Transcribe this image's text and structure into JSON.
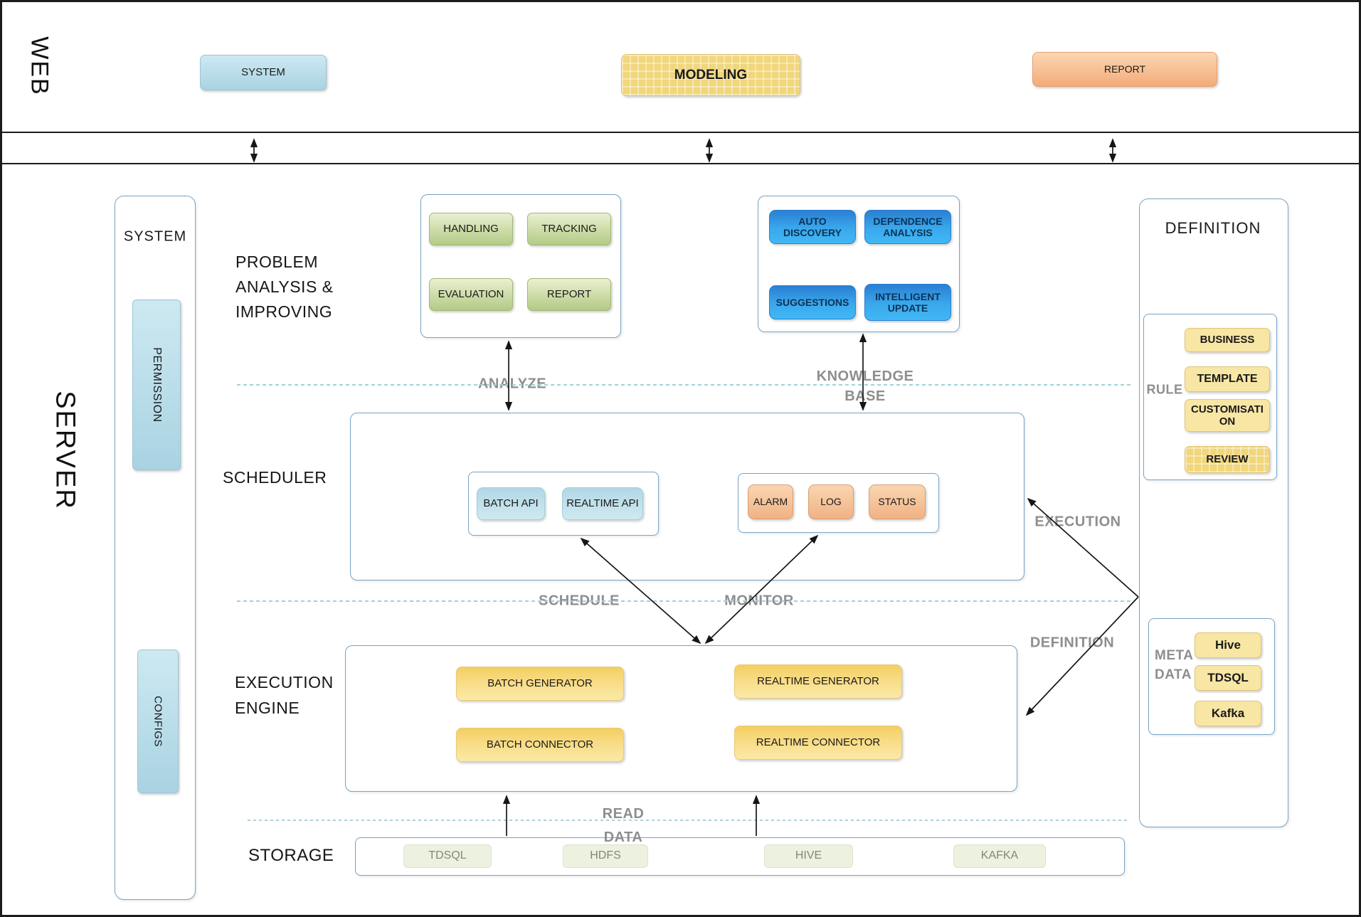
{
  "colors": {
    "outer_border": "#1c1c1c",
    "group_border_blue": "#76a3c4",
    "light_blue_button": "#b9dce9",
    "modeling_yellow": "#f1d67c",
    "report_orange": "#f3ab79",
    "green_button": "#c3d49a",
    "knowledge_blue_top": "#2a7fd2",
    "knowledge_blue_bottom": "#41b8f5",
    "knowledge_text": "#0c3356",
    "orange_button": "#f0b285",
    "execution_yellow": "#f6d46e",
    "small_yellow": "#f8e6a4",
    "storage_button_bg": "#edf1e0",
    "storage_button_text": "#82887a",
    "dashed_teal": "#9ed4d4",
    "dashed_blue": "#a3cde0",
    "flow_label_gray": "#8e8e8e",
    "arrow_black": "#161616"
  },
  "web": {
    "label": "WEB",
    "buttons": {
      "system": "SYSTEM",
      "modeling": "MODELING",
      "report": "REPORT"
    }
  },
  "server": {
    "label": "SERVER",
    "system_column": {
      "title": "SYSTEM",
      "permission": "PERMISSION",
      "configs": "CONFIGS"
    },
    "problem": {
      "title_lines": [
        "PROBLEM",
        "ANALYSIS &",
        "IMPROVING"
      ],
      "buttons": [
        "HANDLING",
        "TRACKING",
        "EVALUATION",
        "REPORT"
      ]
    },
    "knowledge": {
      "buttons": [
        "AUTO DISCOVERY",
        "DEPENDENCE ANALYSIS",
        "SUGGESTIONS",
        "INTELLIGENT UPDATE"
      ]
    },
    "definition_column": {
      "title": "DEFINITION",
      "rule": {
        "label": "RULE",
        "buttons": [
          "BUSINESS",
          "TEMPLATE",
          "CUSTOMISATION",
          "REVIEW"
        ]
      },
      "metadata": {
        "label_lines": [
          "META",
          "DATA"
        ],
        "buttons": [
          "Hive",
          "TDSQL",
          "Kafka"
        ]
      }
    },
    "scheduler": {
      "title": "SCHEDULER",
      "api_buttons": [
        "BATCH API",
        "REALTIME API"
      ],
      "monitor_buttons": [
        "ALARM",
        "LOG",
        "STATUS"
      ]
    },
    "execution_engine": {
      "title_lines": [
        "EXECUTION",
        "ENGINE"
      ],
      "buttons": [
        "BATCH GENERATOR",
        "REALTIME GENERATOR",
        "BATCH CONNECTOR",
        "REALTIME CONNECTOR"
      ]
    },
    "storage": {
      "title": "STORAGE",
      "buttons": [
        "TDSQL",
        "HDFS",
        "HIVE",
        "KAFKA"
      ]
    },
    "flow_labels": {
      "analyze": "ANALYZE",
      "knowledge_base_lines": [
        "KNOWLEDGE",
        "BASE"
      ],
      "schedule": "SCHEDULE",
      "monitor": "MONITOR",
      "read_data_lines": [
        "READ",
        "DATA"
      ],
      "execution": "EXECUTION",
      "definition": "DEFINITION"
    }
  }
}
